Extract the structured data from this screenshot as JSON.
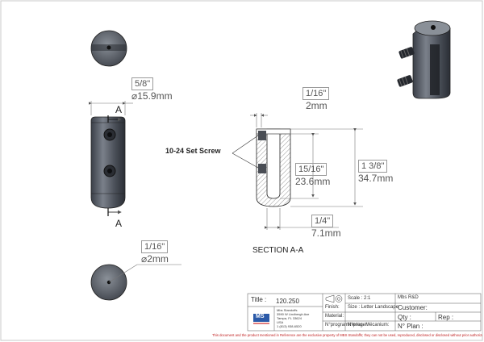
{
  "dimensions": {
    "diameter": {
      "frac": "5/8\"",
      "mm": "⌀15.9mm"
    },
    "wall": {
      "frac": "1/16\"",
      "mm": "2mm"
    },
    "total_height": {
      "frac": "1 3/8\"",
      "mm": "34.7mm"
    },
    "slot_height": {
      "frac": "15/16\"",
      "mm": "23.6mm"
    },
    "slot_width": {
      "frac": "1/4\"",
      "mm": "7.1mm"
    },
    "hole": {
      "frac": "1/16\"",
      "mm": "⌀2mm"
    }
  },
  "labels": {
    "set_screw": "10-24 Set Screw",
    "section_title": "SECTION A-A",
    "section_mark_top": "A",
    "section_mark_bottom": "A"
  },
  "title_block": {
    "title_label": "Title :",
    "title_value": "120.250",
    "scale": "Scale : 2:1",
    "size": "Size : Letter Landscape",
    "company": "Mbs R&D",
    "customer": "Customer:",
    "qty": "Qty :",
    "rep": "Rep :",
    "plan": "N° Plan :",
    "material": "Material:",
    "finish": "Finish:",
    "program_laser": "N°programme laser:",
    "program_mecanium": "N°prog. Mécanium:",
    "logo": "MS",
    "address": [
      "Mbs Standoffs",
      "3590 W Lindbergh Ave",
      "Tampa, FL 33624",
      "USA",
      "1 (813) 938-6520"
    ]
  },
  "disclaimer": "This document and the product mentioned in Reference are the exclusive property of MBS Standoffs; they can not be used, reproduced, disclosed or disclosed without prior authorization"
}
